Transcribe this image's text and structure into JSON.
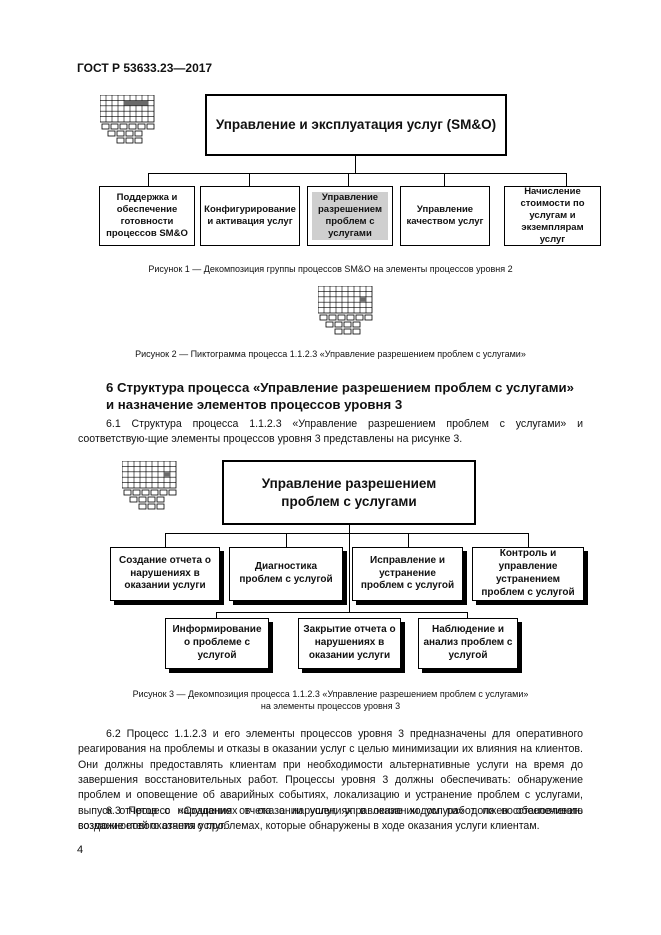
{
  "header": {
    "standard": "ГОСТ Р 53633.23—2017"
  },
  "figure1": {
    "main": "Управление и эксплуатация услуг (SM&O)",
    "children": [
      "Поддержка и обеспечение готовности процессов SM&O",
      "Конфигурирование и активация услуг",
      "Управление разрешением проблем с услугами",
      "Управление качеством услуг",
      "Начисление стоимости по услугам и экземплярам услуг"
    ],
    "caption": "Рисунок 1 — Декомпозиция группы процессов SM&O на элементы процессов уровня 2"
  },
  "figure2": {
    "caption": "Рисунок 2 — Пиктограмма процесса 1.1.2.3 «Управление разрешением проблем с услугами»"
  },
  "section6": {
    "title_line1": "6 Структура процесса «Управление разрешением проблем с услугами»",
    "title_line2": "и назначение элементов процессов уровня 3",
    "p61": "6.1 Структура процесса 1.1.2.3 «Управление разрешением проблем с услугами» и соответствую-щие элементы процессов уровня 3 представлены на рисунке 3."
  },
  "figure3": {
    "main": "Управление разрешением проблем с услугами",
    "top_children": [
      "Создание отчета о нарушениях в оказании услуги",
      "Диагностика проблем с услугой",
      "Исправление и устранение проблем с услугой",
      "Контроль и управление устранением проблем с услугой"
    ],
    "bottom_children": [
      "Информирование о проблеме с услугой",
      "Закрытие отчета о нарушениях в оказании услуги",
      "Наблюдение и анализ проблем с услугой"
    ],
    "caption_line1": "Рисунок 3 — Декомпозиция процесса 1.1.2.3 «Управление разрешением проблем с услугами»",
    "caption_line2": "на элементы процессов уровня 3"
  },
  "paragraphs": {
    "p62": "6.2 Процесс 1.1.2.3 и его элементы процессов уровня 3 предназначены для оперативного реагирования на проблемы и отказы в оказании услуг с целью минимизации их влияния на клиентов. Они должны предоставлять клиентам при необходимости альтернативные услуги на время до завершения восстановительных работ. Процессы уровня 3 должны обеспечивать: обнаружение проблем и оповещение об аварийных событиях, локализацию и устранение проблем с услугами, выпуск отчетов о нарушениях в оказании услуг, управление ходом работ по восстановлению возможностей оказания услуг.",
    "p63": "6.3 Процесс «Создание отчета о нарушениях в оказании услуги» должен обеспечивать создание нового отчета о проблемах, которые обнаружены в ходе оказания услуги клиентам."
  },
  "page_number": "4"
}
